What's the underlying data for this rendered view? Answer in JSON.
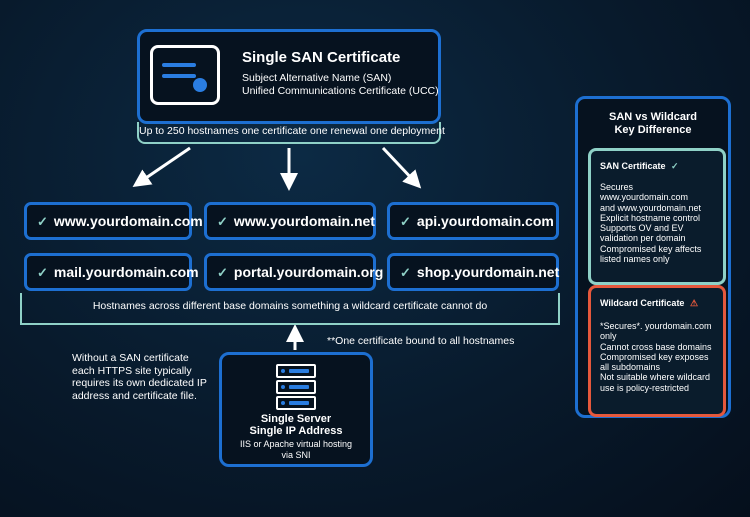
{
  "certificate": {
    "title": "Single SAN Certificate",
    "subtitle_1": "Subject Alternative Name (SAN)",
    "subtitle_2": "Unified Communications Certificate (UCC)",
    "banner": "Up to 250 hostnames one certificate one renewal one deployment"
  },
  "hostnames": [
    "www.yourdomain.com",
    "www.yourdomain.net",
    "api.yourdomain.com",
    "mail.yourdomain.com",
    "portal.yourdomain.org",
    "shop.yourdomain.net"
  ],
  "bracket_text": "Hostnames across different base domains something a wildcard certificate cannot do",
  "binding_note": "**One certificate bound to all hostnames",
  "left_note": "Without a SAN certificate each HTTPS site typically requires its own dedicated IP address and certificate file.",
  "server": {
    "title_1": "Single Server",
    "title_2": "Single IP Address",
    "sub_1": "IIS or Apache virtual hosting",
    "sub_2": "via SNI"
  },
  "comparison": {
    "title_1": "SAN vs Wildcard",
    "title_2": "Key Difference",
    "san": {
      "title": "SAN Certificate",
      "lines": [
        "Secures",
        "www.yourdomain.com",
        "and www.yourdomain.net",
        "Explicit hostname control",
        "Supports OV and EV",
        "validation per domain",
        "Compromised key affects",
        "listed names only"
      ]
    },
    "wildcard": {
      "title": "Wildcard Certificate",
      "lines": [
        "*Secures*. yourdomain.com",
        "only",
        "Cannot cross base domains",
        "Compromised key exposes",
        "all subdomains",
        "Not suitable where wildcard",
        "use is policy-restricted"
      ]
    }
  },
  "colors": {
    "accent_blue": "#1d6fd1",
    "teal": "#8fd1c7",
    "warning_red": "#e5583c",
    "background": "#081a2c"
  },
  "icons": [
    "certificate-icon",
    "checkmark-icon",
    "server-icon",
    "warning-icon",
    "arrow-icon"
  ]
}
